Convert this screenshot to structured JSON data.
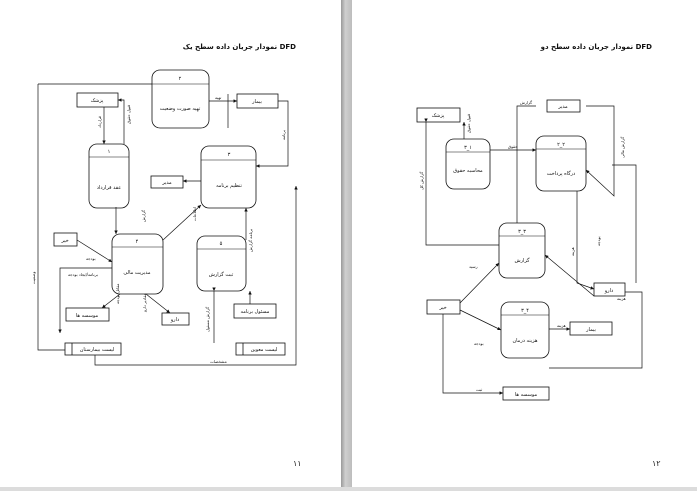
{
  "left": {
    "title": "نمودار جریان داده سطح یک DFD",
    "page_number": "۱۱",
    "processes": {
      "p1": {
        "num": "۱",
        "label": "عقد قرارداد"
      },
      "p2": {
        "num": "۲",
        "label": "تهیه صورت وضعیت"
      },
      "p3": {
        "num": "۳",
        "label": "تنظیم برنامه"
      },
      "p4": {
        "num": "۴",
        "label": "مدیریت مالی"
      },
      "p5": {
        "num": "۵",
        "label": "ثبت گزارش"
      }
    },
    "entities": {
      "doctor": "پزشک",
      "patient": "بیمار",
      "manager": "مدیر",
      "charity": "خیر",
      "institutions": "موسسه ها",
      "drug": "دارو",
      "program_officer": "مسئول برنامه"
    },
    "stores": {
      "hospital_list": "لیست بیمارستان",
      "patient_list": "لیست معوین"
    },
    "flows": {
      "contract": "قرارداد",
      "request_fee": "قبول حقوق",
      "patient_flow": "تهیه",
      "program": "برنامه",
      "report1": "گزارش",
      "info": "اطلاعات",
      "report_in_program": "برنامه گزارش",
      "charity_prog": "بودجه",
      "plan_budget": "برنامه/ایجاد بودجه",
      "report_fin": "مقاتل بودجه",
      "drug_cost": "مقادیر دارو",
      "report_register": "گزارش مسئول",
      "status": "وضعیت",
      "specialties": "مشخصات"
    }
  },
  "right": {
    "title": "نمودار جریان داده سطح دو DFD",
    "page_number": "۱۲",
    "processes": {
      "p31": {
        "num": "۳_۱",
        "label": "محاسبه حقوق"
      },
      "p32": {
        "num": "۲_۲",
        "label": "درگاه پرداخت"
      },
      "p33": {
        "num": "۳_۳",
        "label": "گزارش"
      },
      "p34": {
        "num": "۳_۴",
        "label": "هزینه درمان"
      }
    },
    "entities": {
      "doctor": "پزشک",
      "manager": "مدیر",
      "drug": "دارو",
      "charity": "خیر",
      "patient": "بیمار",
      "institutions": "موسسه ها"
    },
    "flows": {
      "report_mgr": "گزارش",
      "fee_rx": "قبول حقوق",
      "salary": "حقوق",
      "report_all": "گزارش کل",
      "report_fin": "گزارش مالی",
      "budget": "بودجه",
      "pay": "هزینه",
      "receipt": "رسید",
      "cost": "هزینه",
      "budget2": "بودجه",
      "mine": "ثبت",
      "cost_drug": "هزینه"
    }
  }
}
